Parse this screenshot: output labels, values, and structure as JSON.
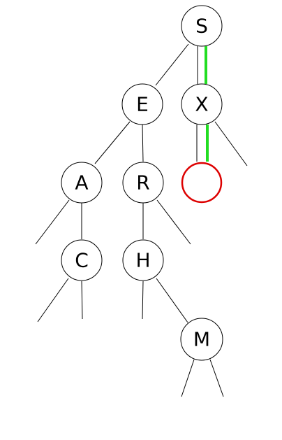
{
  "colors": {
    "highlight_path": "#22dd22",
    "new_node": "#dd0000"
  },
  "tree": {
    "nodes": {
      "S": "S",
      "E": "E",
      "X": "X",
      "A": "A",
      "R": "R",
      "C": "C",
      "H": "H",
      "M": "M",
      "new": ""
    }
  }
}
